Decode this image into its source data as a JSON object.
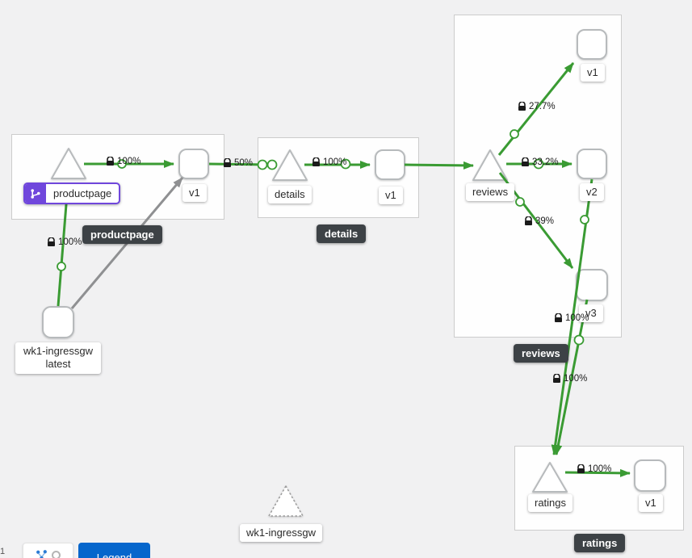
{
  "canvas": {
    "background": "#f1f1f2",
    "traffic_edge_color": "#3a9b33",
    "idle_edge_color": "#8f9092",
    "selection_color": "#7047dc",
    "box_border_color": "#cccccc"
  },
  "app_boxes": {
    "productpage": {
      "tooltip": "productpage"
    },
    "details": {
      "tooltip": "details"
    },
    "reviews": {
      "tooltip": "reviews"
    },
    "ratings": {
      "tooltip": "ratings"
    }
  },
  "nodes": {
    "productpage": {
      "label": "productpage",
      "type": "service",
      "badge": "versioned-app"
    },
    "productpage_v1": {
      "label": "v1",
      "type": "workload"
    },
    "details": {
      "label": "details",
      "type": "service"
    },
    "details_v1": {
      "label": "v1",
      "type": "workload"
    },
    "reviews": {
      "label": "reviews",
      "type": "service"
    },
    "reviews_v1": {
      "label": "v1",
      "type": "workload"
    },
    "reviews_v2": {
      "label": "v2",
      "type": "workload"
    },
    "reviews_v3": {
      "label": "v3",
      "type": "workload"
    },
    "ratings": {
      "label": "ratings",
      "type": "service"
    },
    "ratings_v1": {
      "label": "v1",
      "type": "workload"
    },
    "ingress_workload": {
      "label_line1": "wk1-ingressgw",
      "label_line2": "latest",
      "type": "workload"
    },
    "idle_ingress_service": {
      "label": "wk1-ingressgw",
      "type": "idle-service"
    }
  },
  "edge_labels": {
    "ingress_to_productpage": "100%",
    "productpage_to_v1": "100%",
    "productpage_v1_to_details": "50%",
    "details_to_v1": "100%",
    "reviews_to_v1": "27.7%",
    "reviews_to_v2": "33.2%",
    "reviews_to_v3": "39%",
    "reviews_v2_to_ratings": "100%",
    "reviews_v3_to_ratings": "100%",
    "ratings_to_v1": "100%"
  },
  "toolbar": {
    "zoom_indicator": "1",
    "legend_button": "Legend"
  }
}
